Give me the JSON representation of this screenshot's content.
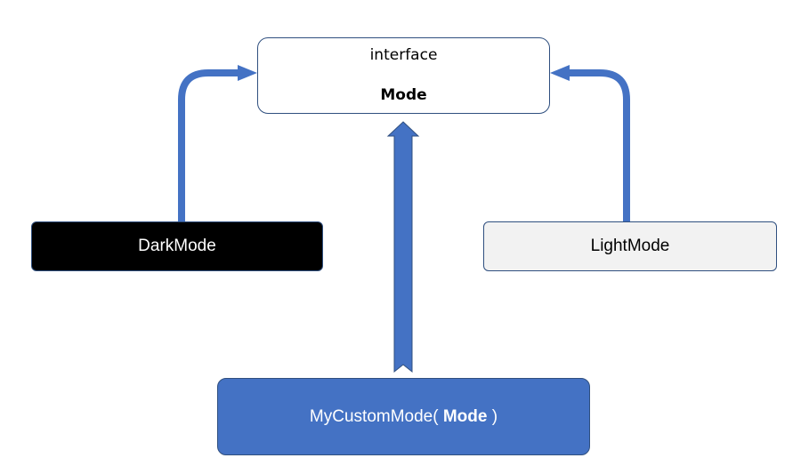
{
  "diagram": {
    "interface": {
      "stereotype": "interface",
      "name": "Mode"
    },
    "implementations": [
      {
        "label": "DarkMode"
      },
      {
        "label": "LightMode"
      }
    ],
    "custom": {
      "prefix": "MyCustomMode( ",
      "param": "Mode",
      "suffix": " )"
    }
  },
  "colors": {
    "arrow": "#4472c4",
    "arrow_outline": "#2f4f7f",
    "dark_fill": "#000000",
    "light_fill": "#f2f2f2",
    "custom_fill": "#4472c4"
  }
}
